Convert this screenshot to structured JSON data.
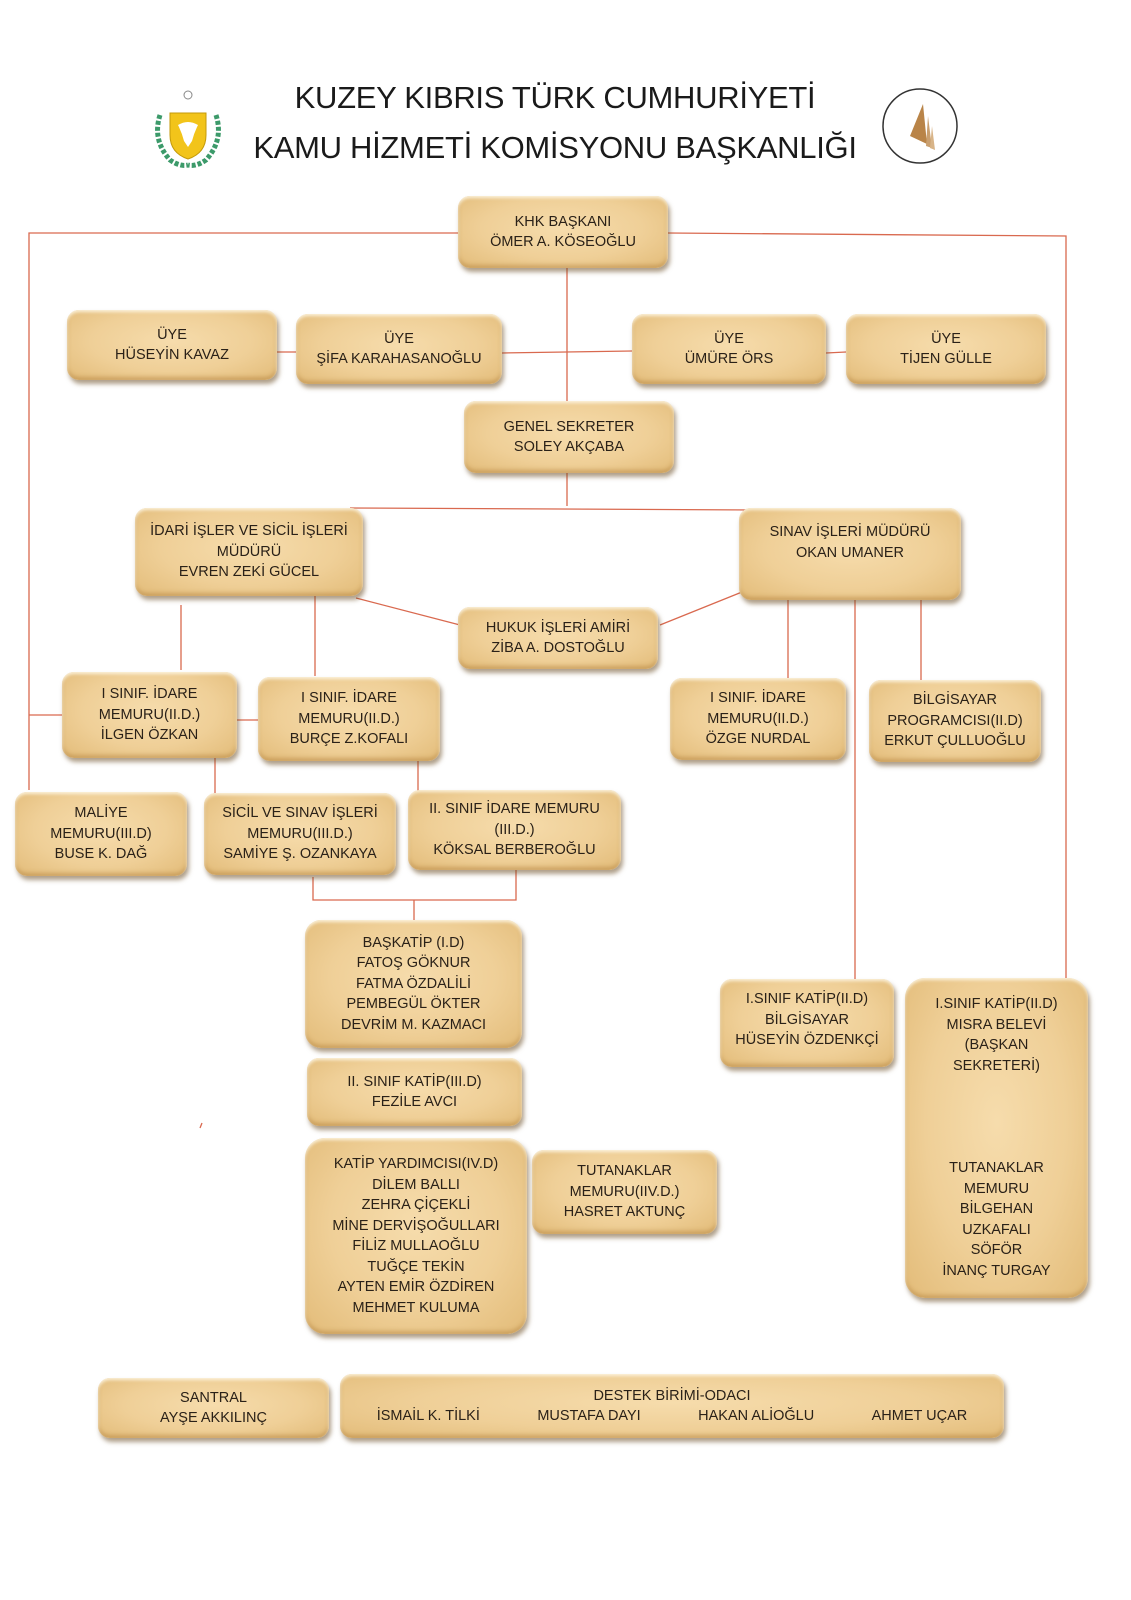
{
  "header": {
    "title_line1": "KUZEY KIBRIS TÜRK CUMHURİYETİ",
    "title_line2": "KAMU HİZMETİ KOMİSYONU BAŞKANLIĞI",
    "left_logo": "kktc-coat-of-arms-icon",
    "right_logo": "khk-logo-icon"
  },
  "colors": {
    "connector": "#d9694f",
    "box_fill": "#efcf97",
    "title_text": "#1a1a1a"
  },
  "nodes": {
    "baskan": [
      "KHK BAŞKANI",
      "ÖMER A. KÖSEOĞLU"
    ],
    "uye1": [
      "ÜYE",
      "HÜSEYİN KAVAZ"
    ],
    "uye2": [
      "ÜYE",
      "ŞİFA KARAHASANOĞLU"
    ],
    "uye3": [
      "ÜYE",
      "ÜMÜRE ÖRS"
    ],
    "uye4": [
      "ÜYE",
      "TİJEN GÜLLE"
    ],
    "genel_sekreter": [
      "GENEL SEKRETER",
      "SOLEY AKÇABA"
    ],
    "idari_mudur": [
      "İDARİ İŞLER VE SİCİL İŞLERİ",
      "MÜDÜRÜ",
      "EVREN ZEKİ GÜCEL"
    ],
    "sinav_mudur": [
      "SINAV İŞLERİ MÜDÜRÜ",
      "OKAN UMANER"
    ],
    "hukuk": [
      "HUKUK İŞLERİ AMİRİ",
      "ZİBA A. DOSTOĞLU"
    ],
    "idare_ilgen": [
      "I SINIF. İDARE",
      "MEMURU(II.D.)",
      "İLGEN ÖZKAN"
    ],
    "idare_burce": [
      "I SINIF. İDARE",
      "MEMURU(II.D.)",
      "BURÇE Z.KOFALI"
    ],
    "idare_ozge": [
      "I SINIF. İDARE",
      "MEMURU(II.D.)",
      "ÖZGE NURDAL"
    ],
    "bilgisayar_prog": [
      "BİLGİSAYAR",
      "PROGRAMCISI(II.D)",
      "ERKUT ÇULLUOĞLU"
    ],
    "maliye": [
      "MALİYE",
      "MEMURU(III.D)",
      "BUSE K. DAĞ"
    ],
    "sicil_sinav": [
      "SİCİL VE SINAV İŞLERİ",
      "MEMURU(III.D.)",
      "SAMİYE Ş. OZANKAYA"
    ],
    "idare_koksal": [
      "II. SINIF İDARE MEMURU",
      "(III.D.)",
      "KÖKSAL BERBEROĞLU"
    ],
    "baskatip": [
      "BAŞKATİP (I.D)",
      "FATOŞ GÖKNUR",
      "FATMA ÖZDALİLİ",
      "PEMBEGÜL ÖKTER",
      "DEVRİM M. KAZMACI"
    ],
    "katip2": [
      "II. SINIF KATİP(III.D)",
      "FEZİLE AVCI"
    ],
    "katip_yard": [
      "KATİP YARDIMCISI(IV.D)",
      "DİLEM BALLI",
      "ZEHRA ÇİÇEKLİ",
      "MİNE DERVİŞOĞULLARI",
      "FİLİZ MULLAOĞLU",
      "TUĞÇE TEKİN",
      "AYTEN EMİR ÖZDİREN",
      "MEHMET KULUMA"
    ],
    "tutanaklar_hasret": [
      "TUTANAKLAR",
      "MEMURU(IIV.D.)",
      "HASRET AKTUNÇ"
    ],
    "katip_bilgisayar": [
      "I.SINIF KATİP(II.D)",
      "BİLGİSAYAR",
      "HÜSEYİN ÖZDENKÇİ"
    ],
    "katip_misra_top": [
      "I.SINIF KATİP(II.D)",
      "MISRA BELEVİ",
      "(BAŞKAN",
      "SEKRETERİ)"
    ],
    "katip_misra_bottom": [
      "TUTANAKLAR",
      "MEMURU",
      "BİLGEHAN",
      "UZKAFALI",
      "SÖFÖR",
      "İNANÇ TURGAY"
    ],
    "santral": [
      "SANTRAL",
      "AYŞE AKKILINÇ"
    ],
    "destek_title": "DESTEK BİRİMİ-ODACI",
    "destek_names": [
      "İSMAİL K. TİLKİ",
      "MUSTAFA DAYI",
      "HAKAN ALİOĞLU",
      "AHMET UÇAR"
    ]
  }
}
